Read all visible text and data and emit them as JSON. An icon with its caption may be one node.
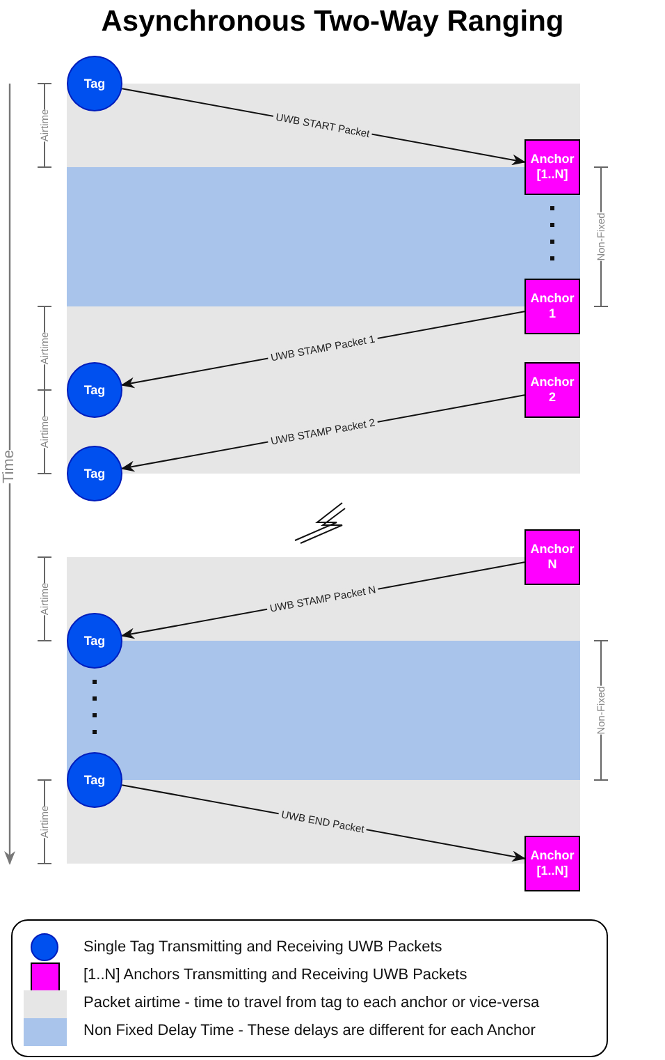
{
  "diagram": {
    "title": "Asynchronous Two-Way Ranging",
    "nodes": [
      {
        "text": [
          "Tag"
        ]
      },
      {
        "text": [
          "Anchor [1..N]"
        ]
      },
      {
        "text": [
          "Anchor 1"
        ]
      },
      {
        "text": [
          "Tag"
        ]
      },
      {
        "text": [
          "Anchor 2"
        ]
      },
      {
        "text": [
          "Tag"
        ]
      },
      {
        "text": [
          "Anchor N"
        ]
      },
      {
        "text": [
          "Tag"
        ]
      },
      {
        "text": [
          "Tag"
        ]
      },
      {
        "text": [
          "Anchor [1..N]"
        ]
      }
    ],
    "edges": [
      {
        "from": 0,
        "to": 1,
        "arrow": "to",
        "label": "UWB START Packet"
      },
      {
        "from": 1,
        "to": 2,
        "arrow": "none",
        "style": "dashed"
      },
      {
        "from": 2,
        "to": 3,
        "arrow": "to",
        "label": "UWB STAMP Packet 1"
      },
      {
        "from": 4,
        "to": 5,
        "arrow": "to",
        "label": "UWB STAMP Packet 2"
      },
      {
        "from": 6,
        "to": 7,
        "arrow": "to",
        "label": "UWB STAMP Packet N"
      },
      {
        "from": 7,
        "to": 8,
        "arrow": "none",
        "style": "dashed"
      },
      {
        "from": 8,
        "to": 9,
        "arrow": "to",
        "label": "UWB END Packet"
      }
    ],
    "labels": [
      "Airtime",
      "Non-Fixed",
      "Airtime",
      "Airtime",
      "Time",
      "Airtime",
      "Non-Fixed",
      "Airtime"
    ],
    "legend": [
      {
        "text": "Single Tag Transmitting and Receiving UWB Packets"
      },
      {
        "text": "[1..N] Anchors Transmitting and Receiving UWB Packets"
      },
      {
        "text": "Packet airtime - time to travel from tag to each anchor or vice-versa",
        "color": "#e6e6e6"
      },
      {
        "text": "Non Fixed Delay Time - These delays are different for each Anchor",
        "color": "#a9c4eb"
      }
    ]
  }
}
